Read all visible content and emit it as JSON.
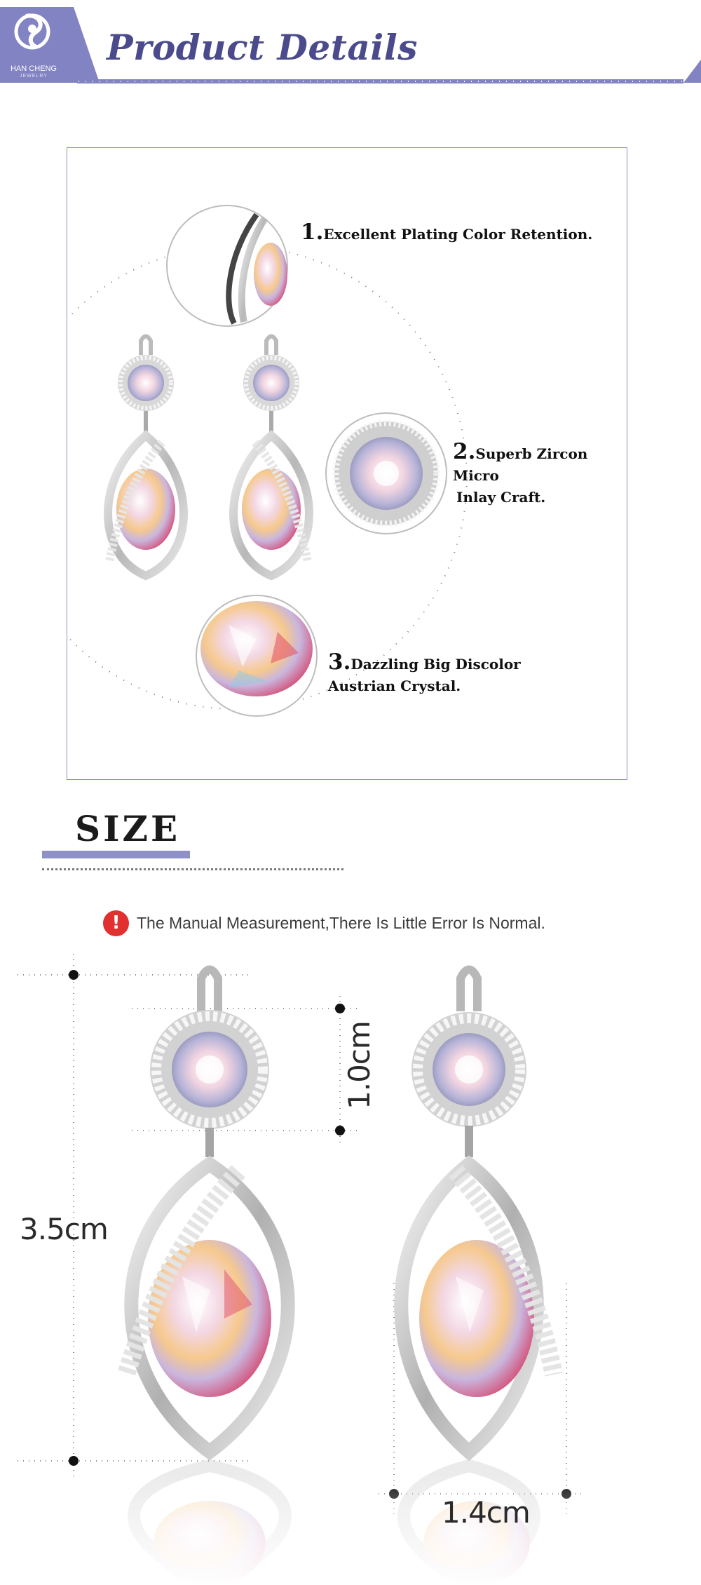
{
  "header": {
    "title": "Product Details",
    "brand": "HAN CHENG",
    "brand_sub": "JEWELRY",
    "brand_color": "#8283c3",
    "title_color": "#4a4a8c"
  },
  "features": [
    {
      "num": "1.",
      "text_lines": [
        "Excellent Plating Color Retention."
      ]
    },
    {
      "num": "2.",
      "text_lines": [
        "Superb Zircon Micro",
        "Inlay Craft."
      ]
    },
    {
      "num": "3.",
      "text_lines": [
        "Dazzling Big Discolor",
        "Austrian Crystal."
      ]
    }
  ],
  "size_section": {
    "title": "SIZE",
    "accent_color": "#8e90c6",
    "notice_icon": "exclamation-icon",
    "notice_text": "The Manual Measurement,There Is Little Error Is Normal.",
    "measurements": {
      "overall_height": "3.5cm",
      "top_diameter": "1.0cm",
      "width": "1.4cm"
    }
  }
}
